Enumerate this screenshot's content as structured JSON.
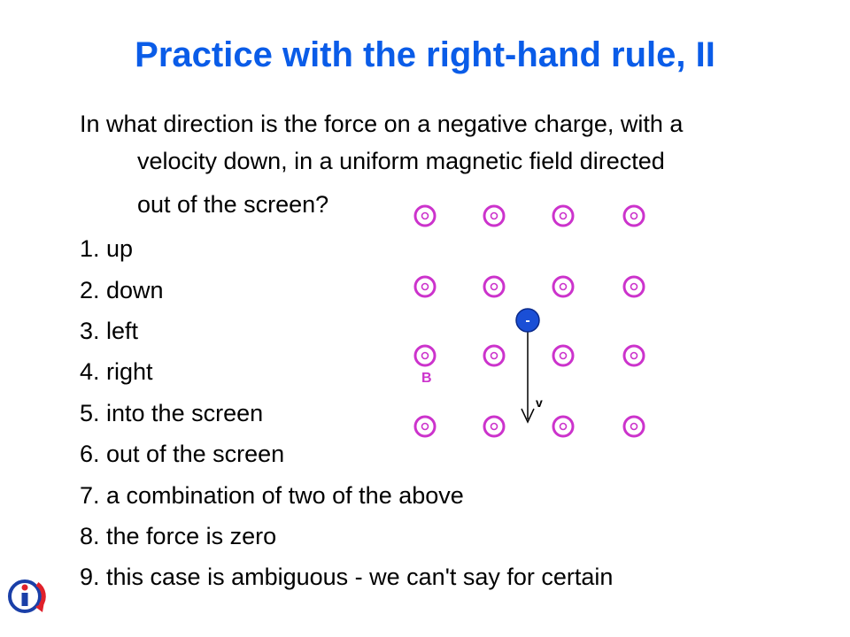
{
  "slide": {
    "title": "Practice with the right-hand rule, II",
    "question_lines": [
      "In what direction is the force on a negative charge, with a",
      "velocity down, in a uniform magnetic field directed",
      "out of the screen?"
    ],
    "options": [
      "1. up",
      "2. down",
      "3. left",
      "4. right",
      "5. into the screen",
      "6. out of the screen",
      "7. a combination of two of the above",
      "8. the force is zero",
      "9. this case is ambiguous - we can't say for certain"
    ]
  },
  "diagram": {
    "field_symbol": "out-of-screen-dot-circle",
    "field_label": "B",
    "charge_sign": "-",
    "velocity_label": "v",
    "field_color": "#cc33cc",
    "charge_color": "#1a4fd6"
  },
  "colors": {
    "title": "#0a5ce8",
    "text": "#000000"
  },
  "icons": {
    "corner_logo": "info-i-icon"
  }
}
